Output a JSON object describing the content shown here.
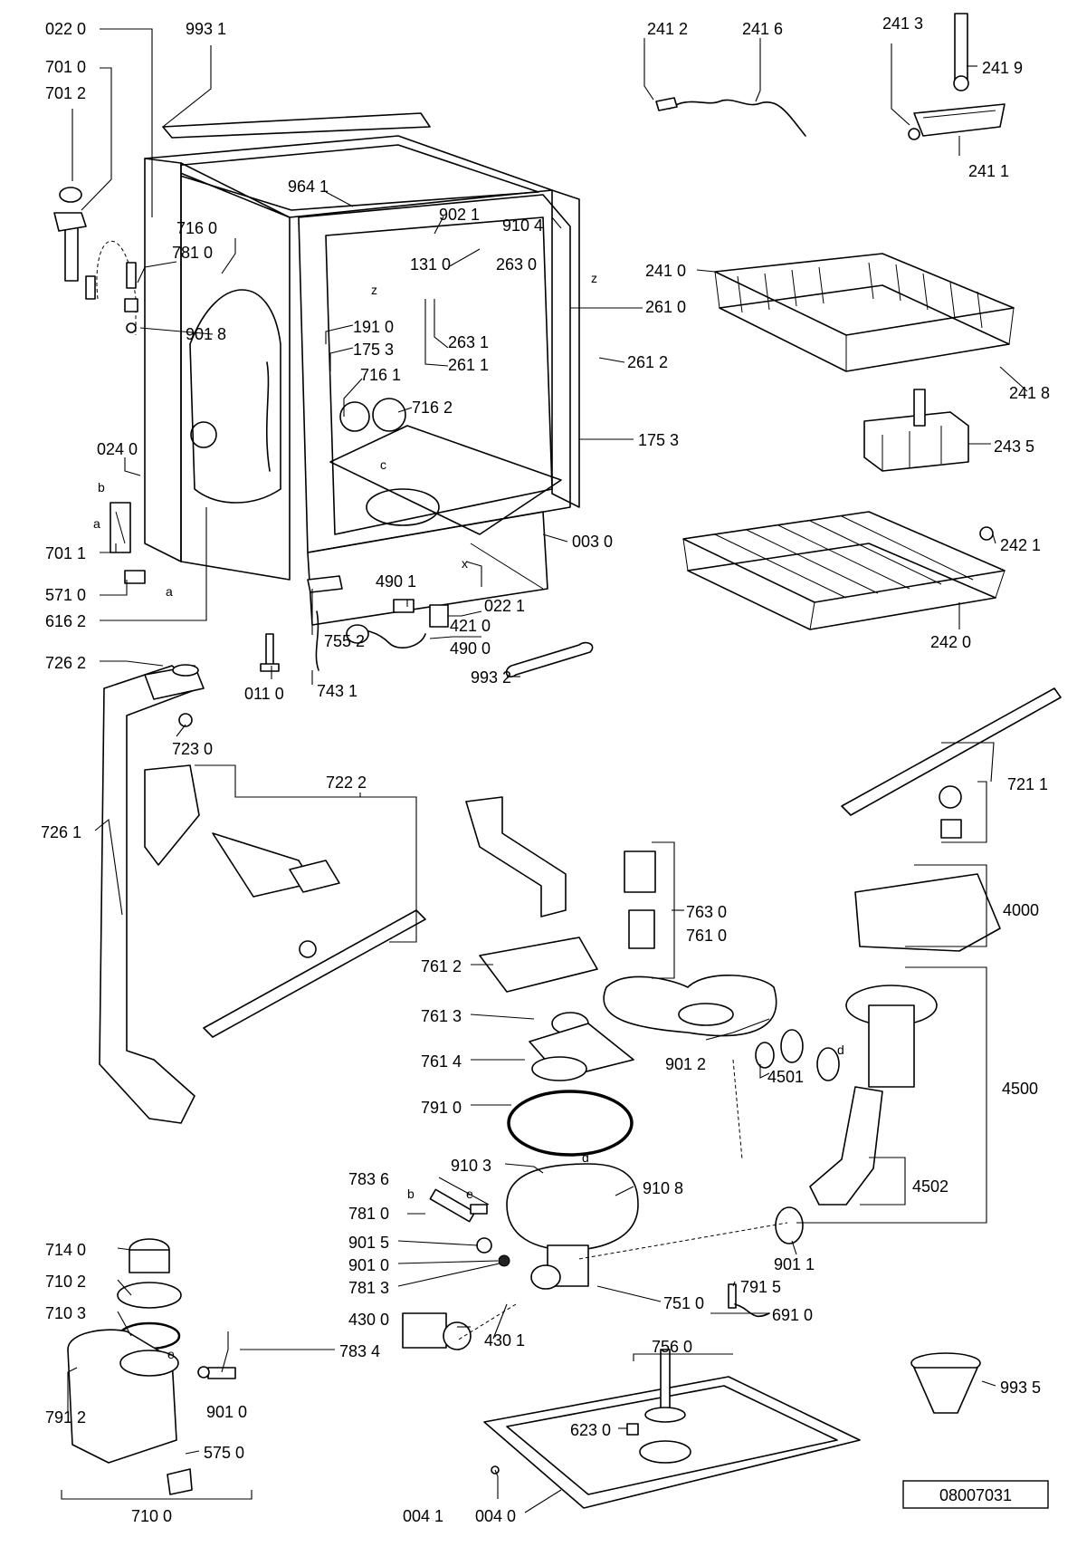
{
  "labels": {
    "l0220": "022 0",
    "l9931": "993 1",
    "l7010": "701 0",
    "l7012": "701 2",
    "l9641": "964 1",
    "l9021": "902 1",
    "l9104": "910 4",
    "l7160": "716 0",
    "l7810a": "781 0",
    "l1310": "131 0",
    "l2630": "263 0",
    "l9018": "901 8",
    "l1910": "191 0",
    "l1753a": "175 3",
    "l2631": "263 1",
    "l2611": "261 1",
    "l2610": "261 0",
    "l2612": "261 2",
    "l7161": "716 1",
    "l7162": "716 2",
    "l1753b": "175 3",
    "l0240": "024 0",
    "l0030": "003 0",
    "l7011": "701 1",
    "l5710": "571 0",
    "l6162": "616 2",
    "l4901": "490 1",
    "l0221": "022 1",
    "l4210": "421 0",
    "l4900": "490 0",
    "l0110": "011 0",
    "l7552": "755 2",
    "l7431": "743 1",
    "l9932": "993 2",
    "l2412": "241 2",
    "l2416": "241 6",
    "l2413": "241 3",
    "l2419": "241 9",
    "l2411": "241 1",
    "l2410": "241 0",
    "l2418": "241 8",
    "l2435": "243 5",
    "l2421": "242 1",
    "l2420": "242 0",
    "l7262": "726 2",
    "l7230": "723 0",
    "l7222": "722 2",
    "l7261": "726 1",
    "l7211": "721 1",
    "l7630": "763 0",
    "l7610": "761 0",
    "l4000": "4000",
    "l7612": "761 2",
    "l7613": "761 3",
    "l9012a": "901 2",
    "l4501": "4501",
    "l7614": "761 4",
    "l4500": "4500",
    "l7910": "791 0",
    "l9103": "910 3",
    "l7836": "783 6",
    "l9108": "910 8",
    "l7810b": "781 0",
    "l4502": "4502",
    "l9015": "901 5",
    "l9010a": "901 0",
    "l7813": "781 3",
    "l9011": "901 1",
    "l7140": "714 0",
    "l7915": "791 5",
    "l7510": "751 0",
    "l7102": "710 2",
    "l6910": "691 0",
    "l4300": "430 0",
    "l7103": "710 3",
    "l4301": "430 1",
    "l7834": "783 4",
    "l7560": "756 0",
    "l9935": "993 5",
    "l7912": "791 2",
    "l9010b": "901 0",
    "l6230": "623 0",
    "l5750": "575 0",
    "l7100": "710 0",
    "l0041": "004 1",
    "l0040": "004 0",
    "letter_z1": "z",
    "letter_z2": "z",
    "letter_c": "c",
    "letter_x": "x",
    "letter_a1": "a",
    "letter_a2": "a",
    "letter_b1": "b",
    "letter_b2": "b",
    "letter_d1": "d",
    "letter_d2": "d",
    "letter_e1": "e",
    "letter_e2": "e"
  },
  "drawing_number": "08007031"
}
